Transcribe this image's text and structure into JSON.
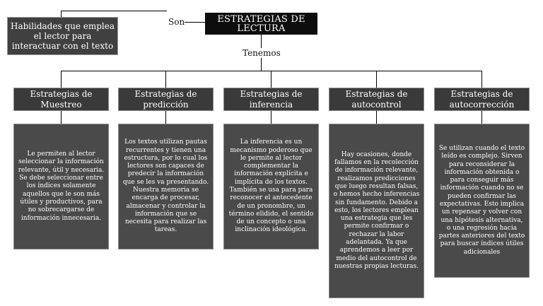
{
  "intro_box": "Habilidades que emplea el lector para interactuar con el texto",
  "connector_son": "Son",
  "title": "ESTRATEGIAS DE LECTURA",
  "connector_tenemos": "Tenemos",
  "categories": [
    {
      "label": "Estrategias de Muestreo",
      "description": "Le permiten al lector seleccionar la información relevante, útil y necesaria. Se debe seleccionar entre los índices solamente aquellos que le son más útiles y productivos, para no sobrecargarse de información innecesaria."
    },
    {
      "label": "Estrategias de predicción",
      "description": "Los textos utilizan pautas recurrentes y tienen una estructura, por lo cual los lectores son capaces de predecir la información que se les va presentando. Nuestra memoria se encarga de procesar, almacenar y controlar la información que se necesita para realizar las tareas."
    },
    {
      "label": "Estrategias de inferencia",
      "description": "La inferencia es un mecanismo poderoso que le permite al lector complementar la información explícita e implícita de los textos. También se usa para para reconocer el antecedente de un pronombre, un término elidido, el sentido de un concepto o una inclinación ideológica."
    },
    {
      "label": "Estrategias de autocontrol",
      "description": "Hay ocasiones, donde fallamos en la recolección de información relevante, realizamos predicciones que luego resultan falsas, o hemos hecho inferencias sin fundamento. Debido a esto, los lectores emplean una estrategia que les permite confirmar o rechazar la labor adelantada. Ya que aprendemos a leer por medio del autocontrol de nuestras propias lecturas."
    },
    {
      "label": "Estrategias de autocorrección",
      "description": "Se utilizan cuando el texto leído es complejo. Sirven para reconsiderar la información obtenida o para conseguir más información cuando no se pueden confirmar las expectativas. Esto implica un repensar y volver con una hipótesis alternativa, o una regresión hacia partes anteriores del texto para buscar índices útiles adicionales"
    }
  ]
}
